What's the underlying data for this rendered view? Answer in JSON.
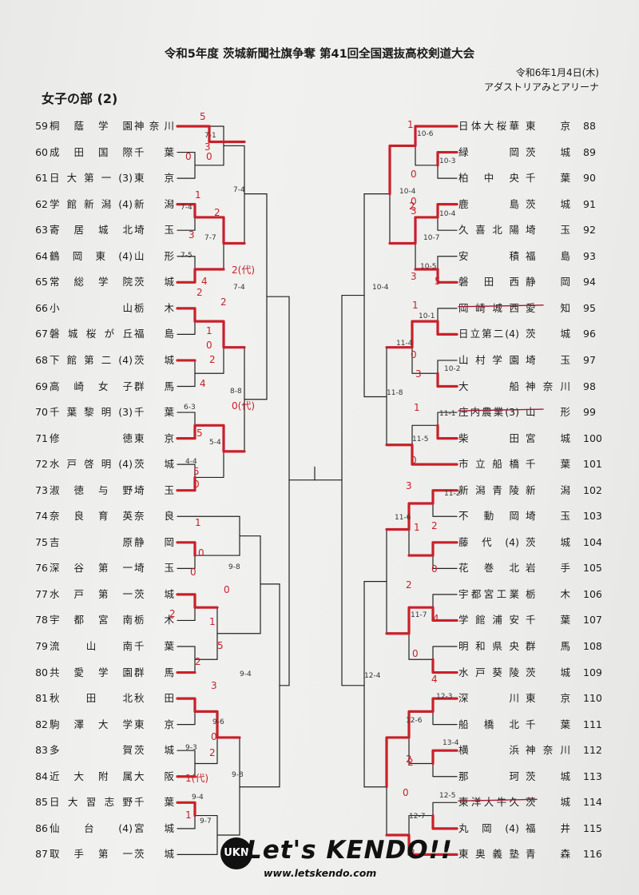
{
  "title": "令和5年度 茨城新聞社旗争奪 第41回全国選抜高校剣道大会",
  "date": "令和6年1月4日(木)",
  "venue": "アダストリアみとアリーナ",
  "section": "女子の部 (2)",
  "left_entries": [
    {
      "num": "59",
      "school": "桐蔭学園",
      "pref": "神奈川"
    },
    {
      "num": "60",
      "school": "成田国際",
      "pref": "千葉"
    },
    {
      "num": "61",
      "school": "日大第一(3)",
      "pref": "東京"
    },
    {
      "num": "62",
      "school": "学館新潟(4)",
      "pref": "新潟"
    },
    {
      "num": "63",
      "school": "寄居城北",
      "pref": "埼玉"
    },
    {
      "num": "64",
      "school": "鶴岡東(4)",
      "pref": "山形"
    },
    {
      "num": "65",
      "school": "常総学院",
      "pref": "茨城"
    },
    {
      "num": "66",
      "school": "小山",
      "pref": "栃木"
    },
    {
      "num": "67",
      "school": "磐城桜が丘",
      "pref": "福島"
    },
    {
      "num": "68",
      "school": "下館第二(4)",
      "pref": "茨城"
    },
    {
      "num": "69",
      "school": "高崎女子",
      "pref": "群馬"
    },
    {
      "num": "70",
      "school": "千葉黎明(3)",
      "pref": "千葉"
    },
    {
      "num": "71",
      "school": "修徳",
      "pref": "東京"
    },
    {
      "num": "72",
      "school": "水戸啓明(4)",
      "pref": "茨城"
    },
    {
      "num": "73",
      "school": "淑徳与野",
      "pref": "埼玉"
    },
    {
      "num": "74",
      "school": "奈良育英",
      "pref": "奈良"
    },
    {
      "num": "75",
      "school": "吉原",
      "pref": "静岡"
    },
    {
      "num": "76",
      "school": "深谷第一",
      "pref": "埼玉"
    },
    {
      "num": "77",
      "school": "水戸第一",
      "pref": "茨城"
    },
    {
      "num": "78",
      "school": "宇都宮南",
      "pref": "栃木"
    },
    {
      "num": "79",
      "school": "流山南",
      "pref": "千葉"
    },
    {
      "num": "80",
      "school": "共愛学園",
      "pref": "群馬"
    },
    {
      "num": "81",
      "school": "秋田北",
      "pref": "秋田"
    },
    {
      "num": "82",
      "school": "駒澤大学",
      "pref": "東京"
    },
    {
      "num": "83",
      "school": "多賀",
      "pref": "茨城"
    },
    {
      "num": "84",
      "school": "近大附属",
      "pref": "大阪"
    },
    {
      "num": "85",
      "school": "日大習志野",
      "pref": "千葉"
    },
    {
      "num": "86",
      "school": "仙台(4)",
      "pref": "宮城"
    },
    {
      "num": "87",
      "school": "取手第一",
      "pref": "茨城"
    }
  ],
  "right_entries": [
    {
      "num": "88",
      "school": "日体大桜華",
      "pref": "東京"
    },
    {
      "num": "89",
      "school": "緑岡",
      "pref": "茨城"
    },
    {
      "num": "90",
      "school": "柏中央",
      "pref": "千葉"
    },
    {
      "num": "91",
      "school": "鹿島",
      "pref": "茨城"
    },
    {
      "num": "92",
      "school": "久喜北陽",
      "pref": "埼玉"
    },
    {
      "num": "93",
      "school": "安積",
      "pref": "福島"
    },
    {
      "num": "94",
      "school": "磐田西",
      "pref": "静岡"
    },
    {
      "num": "95",
      "school": "岡崎城西",
      "pref": "愛知"
    },
    {
      "num": "96",
      "school": "日立第二(4)",
      "pref": "茨城"
    },
    {
      "num": "97",
      "school": "山村学園",
      "pref": "埼玉"
    },
    {
      "num": "98",
      "school": "大船",
      "pref": "神奈川"
    },
    {
      "num": "99",
      "school": "庄内農業(3)",
      "pref": "山形"
    },
    {
      "num": "100",
      "school": "柴田",
      "pref": "宮城"
    },
    {
      "num": "101",
      "school": "市立船橋",
      "pref": "千葉"
    },
    {
      "num": "102",
      "school": "新潟青陵",
      "pref": "新潟"
    },
    {
      "num": "103",
      "school": "不動岡",
      "pref": "埼玉"
    },
    {
      "num": "104",
      "school": "藤代(4)",
      "pref": "茨城"
    },
    {
      "num": "105",
      "school": "花巻北",
      "pref": "岩手"
    },
    {
      "num": "106",
      "school": "宇都宮工業",
      "pref": "栃木"
    },
    {
      "num": "107",
      "school": "学館浦安",
      "pref": "千葉"
    },
    {
      "num": "108",
      "school": "明和県央",
      "pref": "群馬"
    },
    {
      "num": "109",
      "school": "水戸葵陵",
      "pref": "茨城"
    },
    {
      "num": "110",
      "school": "深川",
      "pref": "東京"
    },
    {
      "num": "111",
      "school": "船橋北",
      "pref": "千葉"
    },
    {
      "num": "112",
      "school": "横浜",
      "pref": "神奈川"
    },
    {
      "num": "113",
      "school": "那珂",
      "pref": "茨城"
    },
    {
      "num": "114",
      "school": "東洋大牛久",
      "pref": "茨城"
    },
    {
      "num": "115",
      "school": "丸岡(4)",
      "pref": "福井"
    },
    {
      "num": "116",
      "school": "東奥義塾",
      "pref": "青森"
    }
  ],
  "handwritten_notes": [
    {
      "text": "5"
    },
    {
      "text": "7-1"
    },
    {
      "text": "3"
    },
    {
      "text": "0"
    },
    {
      "text": "0"
    },
    {
      "text": "7-4"
    },
    {
      "text": "1"
    },
    {
      "text": "7-4"
    },
    {
      "text": "2"
    },
    {
      "text": "3"
    },
    {
      "text": "7-7"
    },
    {
      "text": "7-5"
    },
    {
      "text": "2(代)"
    },
    {
      "text": "4"
    },
    {
      "text": "7-4"
    },
    {
      "text": "2"
    },
    {
      "text": "2"
    },
    {
      "text": "1"
    },
    {
      "text": "0"
    },
    {
      "text": "2"
    },
    {
      "text": "4"
    },
    {
      "text": "8-8"
    },
    {
      "text": "6-3"
    },
    {
      "text": "0(代)"
    },
    {
      "text": "5"
    },
    {
      "text": "5-4"
    },
    {
      "text": "4-4"
    },
    {
      "text": "5"
    },
    {
      "text": "0"
    },
    {
      "text": "1"
    },
    {
      "text": "0"
    },
    {
      "text": "9-8"
    },
    {
      "text": "0"
    },
    {
      "text": "0"
    },
    {
      "text": "2"
    },
    {
      "text": "1"
    },
    {
      "text": "5"
    },
    {
      "text": "2"
    },
    {
      "text": "9-4"
    },
    {
      "text": "3"
    },
    {
      "text": "9-6"
    },
    {
      "text": "0"
    },
    {
      "text": "9-3"
    },
    {
      "text": "2"
    },
    {
      "text": "1(代)"
    },
    {
      "text": "9-4"
    },
    {
      "text": "9-8"
    },
    {
      "text": "1"
    },
    {
      "text": "9-7"
    },
    {
      "text": "10-6"
    },
    {
      "text": "1"
    },
    {
      "text": "10-3"
    },
    {
      "text": "0"
    },
    {
      "text": "10-4"
    },
    {
      "text": "0"
    },
    {
      "text": "3"
    },
    {
      "text": "10-4"
    },
    {
      "text": "2"
    },
    {
      "text": "10-7"
    },
    {
      "text": "10-5"
    },
    {
      "text": "3"
    },
    {
      "text": "5"
    },
    {
      "text": "10-4"
    },
    {
      "text": "1"
    },
    {
      "text": "10-1"
    },
    {
      "text": "11-4"
    },
    {
      "text": "0"
    },
    {
      "text": "3"
    },
    {
      "text": "10-2"
    },
    {
      "text": "11-8"
    },
    {
      "text": "1"
    },
    {
      "text": "11-1"
    },
    {
      "text": "11-5"
    },
    {
      "text": "0"
    },
    {
      "text": "3"
    },
    {
      "text": "11-2"
    },
    {
      "text": "11-6"
    },
    {
      "text": "1"
    },
    {
      "text": "2"
    },
    {
      "text": "0"
    },
    {
      "text": "2"
    },
    {
      "text": "11-7"
    },
    {
      "text": "4"
    },
    {
      "text": "0"
    },
    {
      "text": "12-4"
    },
    {
      "text": "4"
    },
    {
      "text": "12-3"
    },
    {
      "text": "12-6"
    },
    {
      "text": "2"
    },
    {
      "text": "13-4"
    },
    {
      "text": "2"
    },
    {
      "text": "0"
    },
    {
      "text": "12-5"
    },
    {
      "text": "12-7"
    },
    {
      "text": "5"
    }
  ],
  "logo": {
    "text": "Let's KENDO!!",
    "url": "www.letskendo.com",
    "mark": "UKN"
  }
}
